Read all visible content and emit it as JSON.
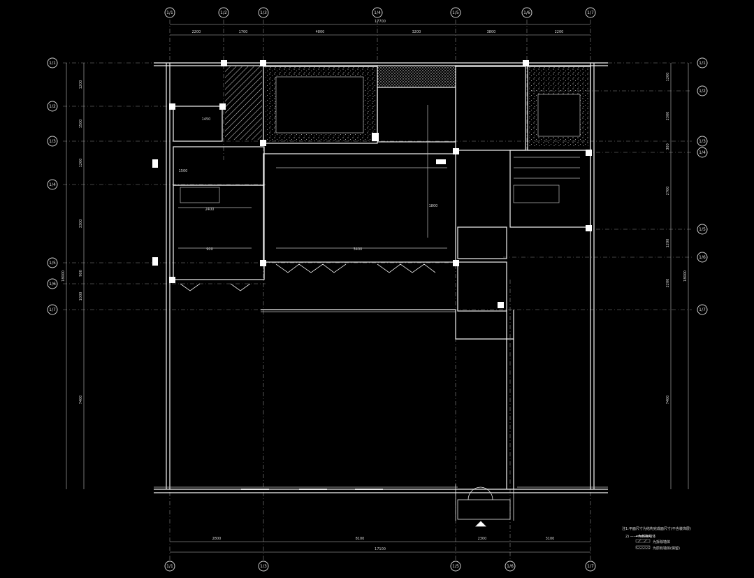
{
  "drawing": {
    "background": "#000000",
    "line_color": "#f2f2f2",
    "top_axes": [
      "1/1",
      "1/2",
      "1/3",
      "1/4",
      "1/5",
      "1/6",
      "1/7"
    ],
    "bottom_axes": [
      "1/1",
      "1/3",
      "1/5",
      "1/6",
      "1/7"
    ],
    "left_axes": [
      "1/1",
      "1/2",
      "1/3",
      "1/4",
      "1/5",
      "1/6",
      "1/7"
    ],
    "right_axes": [
      "1/1",
      "1/2",
      "1/3",
      "1/4",
      "1/5",
      "1/6",
      "1/7"
    ],
    "top_dims": [
      "2200",
      "1700",
      "4800",
      "3200",
      "3800",
      "2200"
    ],
    "top_total": "17700",
    "bottom_dims": [
      "2800",
      "8100",
      "2300",
      "3100"
    ],
    "bottom_total": "17100",
    "left_dims": [
      "1200",
      "1500",
      "1200",
      "3300",
      "900",
      "1000",
      "7400"
    ],
    "left_total": "18000",
    "right_dims": [
      "1200",
      "2300",
      "300",
      "2700",
      "1200",
      "2200",
      "7400"
    ],
    "right_total": "18000",
    "inner_dims": [
      "1450",
      "1500",
      "2400",
      "900",
      "3400",
      "1800"
    ],
    "legend_title": "注1:平面尺寸为结构完成面尺寸(不含装饰层)",
    "legend_items": [
      "2) —— 为新砌墙体",
      "为拆除墙体",
      "为原有墙体(保留)"
    ]
  }
}
